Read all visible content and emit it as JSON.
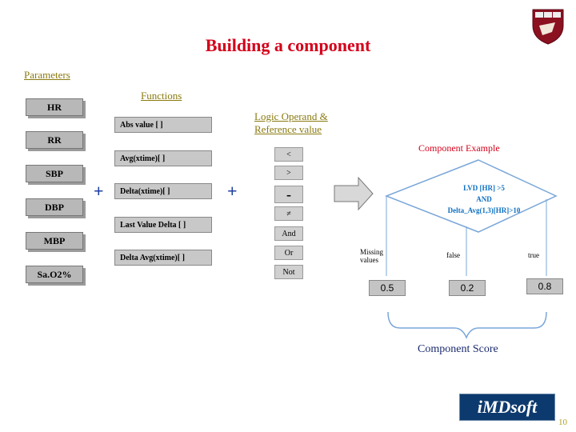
{
  "title": "Building a component",
  "parameters_label": "Parameters",
  "functions_label": "Functions",
  "logic_label_line1": "Logic Operand &",
  "logic_label_line2": "Reference value",
  "component_example_label": "Component Example",
  "parameters": [
    "HR",
    "RR",
    "SBP",
    "DBP",
    "MBP",
    "Sa.O2%"
  ],
  "functions": [
    "Abs value [ ]",
    "Avg(xtime)[ ]",
    "Delta(xtime)[ ]",
    "Last Value Delta [ ]",
    "Delta Avg(xtime)[ ]"
  ],
  "operators": [
    "<",
    ">",
    "-",
    "≠"
  ],
  "logic_words": [
    "And",
    "Or",
    "Not"
  ],
  "plus_symbol": "+",
  "condition_line1": "LVD [HR] >5",
  "condition_line2": "AND",
  "condition_line3": "Delta_Avg(1,3)[HR]>10",
  "branches": [
    "Missing values",
    "false",
    "true"
  ],
  "scores": [
    "0.5",
    "0.2",
    "0.8"
  ],
  "component_score_label": "Component Score",
  "logo_text": "iMDsoft",
  "page_number": "10",
  "colors": {
    "title": "#d4001a",
    "link": "#8a7a10",
    "plus": "#1e3fa0",
    "logo_bg": "#0d3a6e",
    "diamond": "#0d6fc2"
  }
}
